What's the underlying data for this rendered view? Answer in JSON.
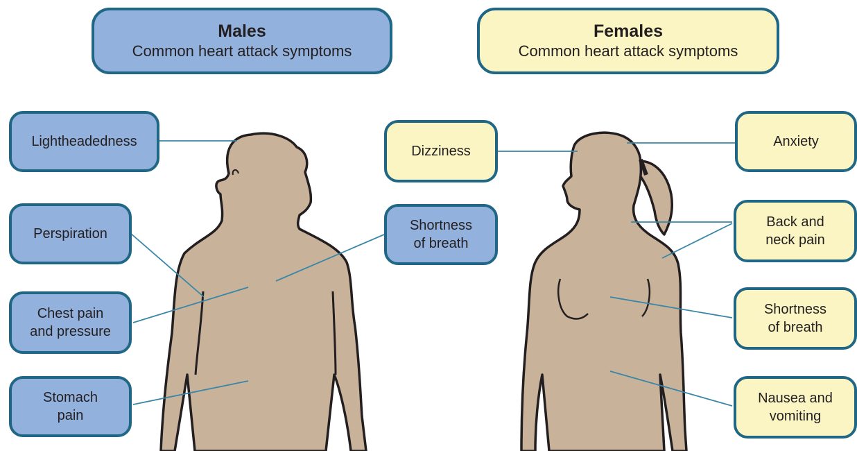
{
  "males": {
    "title": "Males",
    "subtitle": "Common heart attack symptoms",
    "symptoms": {
      "lightheadedness": "Lightheadedness",
      "perspiration": "Perspiration",
      "chest_pain": "Chest pain\nand pressure",
      "stomach_pain": "Stomach\npain",
      "shortness_of_breath": "Shortness\nof breath"
    }
  },
  "females": {
    "title": "Females",
    "subtitle": "Common heart attack symptoms",
    "symptoms": {
      "dizziness": "Dizziness",
      "anxiety": "Anxiety",
      "back_neck_pain": "Back and\nneck pain",
      "shortness_of_breath": "Shortness\nof breath",
      "nausea": "Nausea and\nvomiting"
    }
  },
  "colors": {
    "male_box": "#93b1dd",
    "female_box": "#fbf5c4",
    "border": "#1f6785",
    "skin": "#c8b29a",
    "outline": "#231f20"
  }
}
